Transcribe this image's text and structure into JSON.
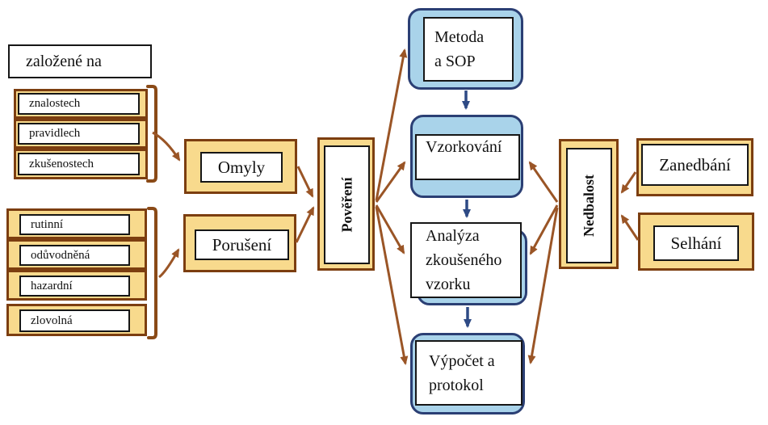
{
  "left": {
    "based_on": "založené na",
    "basis_items": [
      "znalostech",
      "pravidlech",
      "zkušenostech"
    ],
    "violation_items": [
      "rutinní",
      "odůvodněná",
      "hazardní"
    ],
    "malicious_item": "zlovolná"
  },
  "middle": {
    "errors": "Omyly",
    "violations": "Porušení",
    "authorization": "Pověření"
  },
  "process": {
    "steps": [
      "Metoda\na SOP",
      "Vzorkování",
      "Analýza\nzkoušeného\nvzorku",
      "Výpočet a\nprotokol"
    ]
  },
  "right": {
    "negligence": "Nedbalost",
    "neglect": "Zanedbání",
    "failure": "Selhání"
  },
  "palette": {
    "tan_fill": "#f8da8d",
    "brown_border": "#7c3e10",
    "arrow_brown": "#9a5526",
    "blue_fill": "#a9d3ea",
    "blue_border": "#2b3f74",
    "arrow_blue": "#2e4a85",
    "inner_box_border": "#161616"
  }
}
